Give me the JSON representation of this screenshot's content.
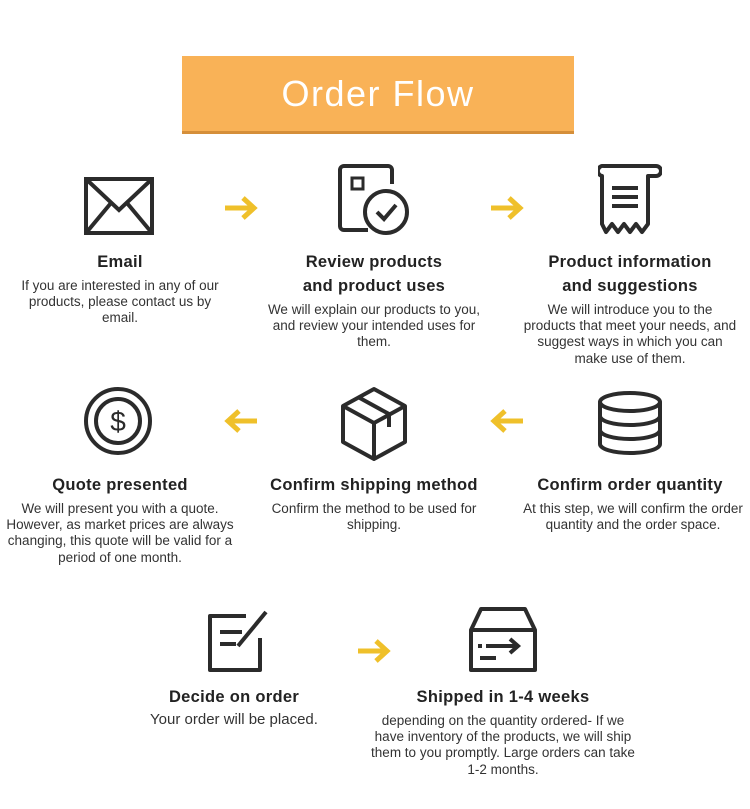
{
  "header": {
    "title": "Order Flow"
  },
  "colors": {
    "banner": "#f9b257",
    "arrow": "#efc02a",
    "icon": "#2b2b2b"
  },
  "steps": [
    {
      "icon": "envelope-icon",
      "title": "Email",
      "desc": "If you are interested in any of our products, please contact us by email."
    },
    {
      "icon": "document-check-icon",
      "title_line1": "Review products",
      "title_line2": "and product uses",
      "desc": "We will explain our products to you, and review your intended uses for them."
    },
    {
      "icon": "receipt-scroll-icon",
      "title_line1": "Product information",
      "title_line2": "and suggestions",
      "desc": "We will introduce you to the products that meet your needs, and suggest ways in which you can make use of them."
    },
    {
      "icon": "coin-dollar-icon",
      "title": "Quote presented",
      "desc": "We will present you with a quote. However, as market prices are always changing, this quote will be valid for a period of one month."
    },
    {
      "icon": "box-icon",
      "title": "Confirm shipping method",
      "desc": "Confirm the method to be used for shipping."
    },
    {
      "icon": "database-stack-icon",
      "title": "Confirm order quantity",
      "desc": "At this step, we will confirm the order quantity and the order space."
    },
    {
      "icon": "edit-pencil-icon",
      "title": "Decide on order",
      "desc": "Your order will be placed."
    },
    {
      "icon": "shipping-box-arrow-icon",
      "title": "Shipped in 1-4 weeks",
      "desc": "depending on the quantity ordered- If we have inventory of the products, we will ship them to you promptly. Large orders can take 1-2 months."
    }
  ]
}
